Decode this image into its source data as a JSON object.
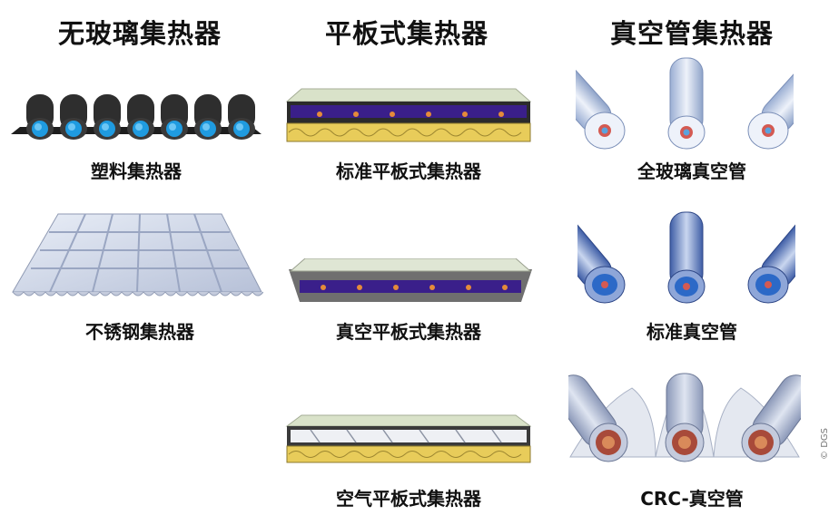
{
  "columns": [
    {
      "title": "无玻璃集热器",
      "items": [
        {
          "label": "塑料集热器",
          "icon": "plastic-collector-icon"
        },
        {
          "label": "不锈钢集热器",
          "icon": "stainless-steel-collector-icon"
        }
      ]
    },
    {
      "title": "平板式集热器",
      "items": [
        {
          "label": "标准平板式集热器",
          "icon": "standard-flat-plate-collector-icon"
        },
        {
          "label": "真空平板式集热器",
          "icon": "vacuum-flat-plate-collector-icon"
        },
        {
          "label": "空气平板式集热器",
          "icon": "air-flat-plate-collector-icon"
        }
      ]
    },
    {
      "title": "真空管集热器",
      "items": [
        {
          "label": "全玻璃真空管",
          "icon": "all-glass-vacuum-tube-icon"
        },
        {
          "label": "标准真空管",
          "icon": "standard-vacuum-tube-icon"
        },
        {
          "label": "CRC-真空管",
          "icon": "crc-vacuum-tube-icon"
        }
      ]
    }
  ],
  "credit": "© DGS",
  "colors": {
    "plastic_tube": "#2b2b2b",
    "plastic_core": "#1f9be0",
    "absorber": "#3a1f8a",
    "insulation": "#e8cc5a",
    "glass": "#c8d0dc",
    "tube_blue": "#4a6fb5"
  }
}
